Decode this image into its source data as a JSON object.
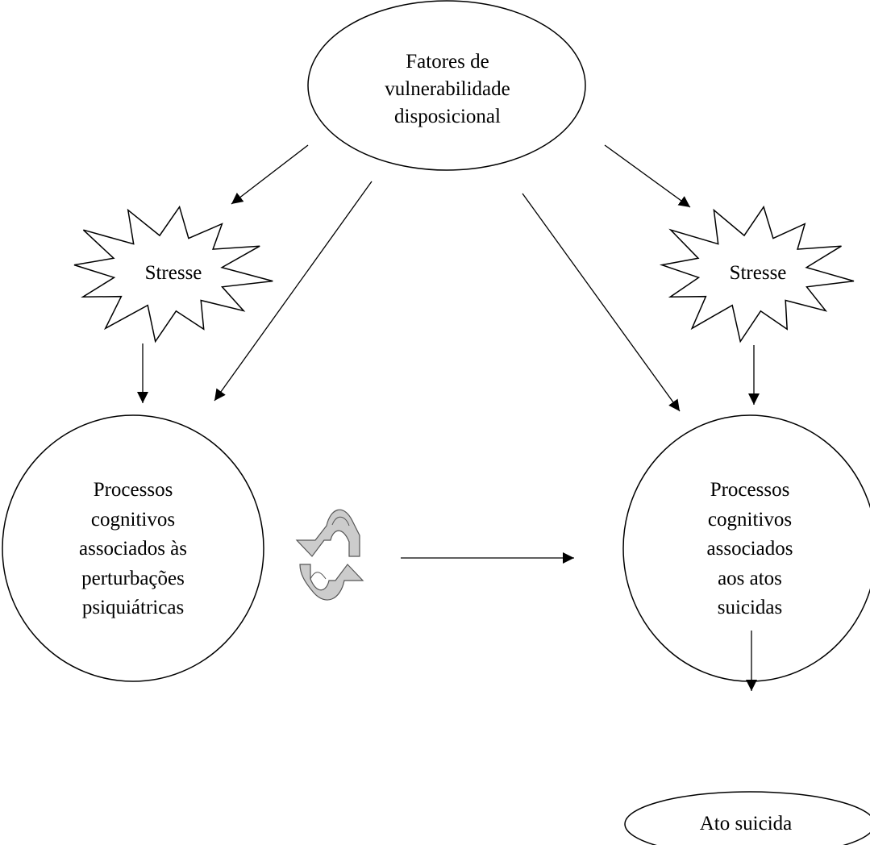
{
  "nodes": {
    "vulnerability": {
      "lines": [
        "Fatores de",
        "vulnerabilidade",
        "disposicional"
      ]
    },
    "stress_left": {
      "label": "Stresse"
    },
    "stress_right": {
      "label": "Stresse"
    },
    "process_psychiatric": {
      "lines": [
        "Processos",
        "cognitivos",
        "associados às",
        "perturbações",
        "psiquiátricas"
      ]
    },
    "process_suicidal": {
      "lines": [
        "Processos",
        "cognitivos",
        "associados",
        "aos atos",
        "suicidas"
      ]
    },
    "suicidal_act": {
      "label": "Ato suicida"
    }
  },
  "edges": [
    {
      "from": "vulnerability",
      "to": "stress_left"
    },
    {
      "from": "vulnerability",
      "to": "process_psychiatric"
    },
    {
      "from": "vulnerability",
      "to": "process_suicidal"
    },
    {
      "from": "vulnerability",
      "to": "stress_right"
    },
    {
      "from": "stress_left",
      "to": "process_psychiatric"
    },
    {
      "from": "stress_right",
      "to": "process_suicidal"
    },
    {
      "from": "process_psychiatric",
      "to": "process_suicidal"
    },
    {
      "from": "process_suicidal",
      "to": "suicidal_act"
    }
  ],
  "cycle_icon": {
    "name": "refresh-cycle-icon",
    "fill": "#cccccc",
    "stroke": "#555555"
  },
  "colors": {
    "stroke": "#000000",
    "background": "#ffffff"
  }
}
